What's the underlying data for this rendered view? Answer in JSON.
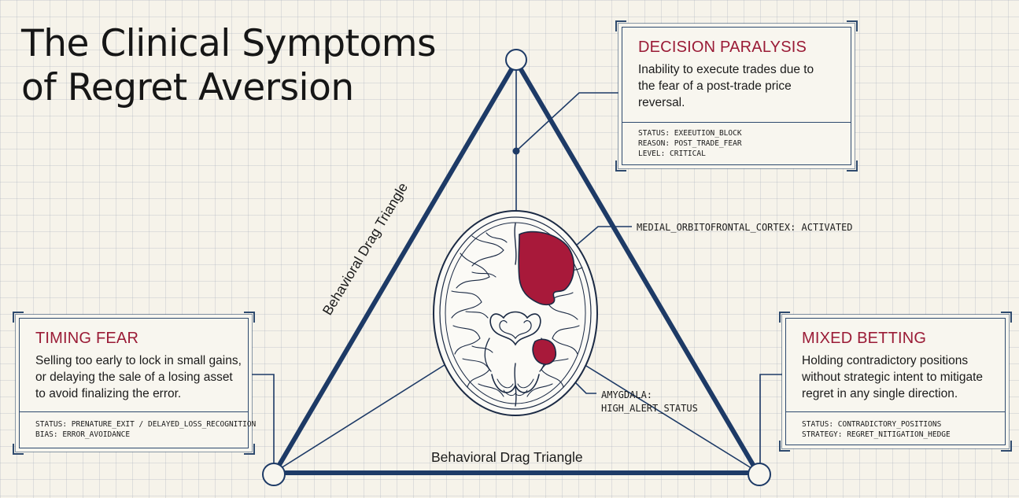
{
  "title": {
    "line1": "The Clinical Symptoms",
    "line2": "of Regret Aversion"
  },
  "triangle": {
    "label_side": "Behavioral Drag Triangle",
    "label_bottom": "Behavioral Drag Triangle"
  },
  "brain": {
    "label_cortex": "MEDIAL_ORBITOFRONTAL_CORTEX: ACTIVATED",
    "label_amygdala_line1": "AMYGDALA:",
    "label_amygdala_line2": "HIGH_ALERT_STATUS"
  },
  "cards": {
    "decision": {
      "title": "DECISION PARALYSIS",
      "description": "Inability to execute trades due to the fear of a post-trade price reversal.",
      "status": [
        "STATUS: EXEEUTION_BLOCK",
        "REASON: POST_TRADE_FEAR",
        "LEVEL: CRITICAL"
      ]
    },
    "timing": {
      "title": "TIMING FEAR",
      "description": "Selling too early to lock in small gains, or delaying the sale of a losing asset to avoid finalizing the error.",
      "status": [
        "STATUS: PRENATURE_EXIT / DELAYED_LOSS_RECOGNITION",
        "BIAS: ERROR_AVOIDANCE"
      ]
    },
    "mixed": {
      "title": "MIXED BETTING",
      "description": "Holding contradictory positions without strategic intent to mitigate regret in any single direction.",
      "status": [
        "STATUS: CONTRADICTORY_POSITIONS",
        "STRATEGY: REGRET_NITIGATION_HEDGE"
      ]
    }
  },
  "colors": {
    "navy": "#1d3a66",
    "crimson": "#9a1b36",
    "paper": "#f6f3ea"
  }
}
